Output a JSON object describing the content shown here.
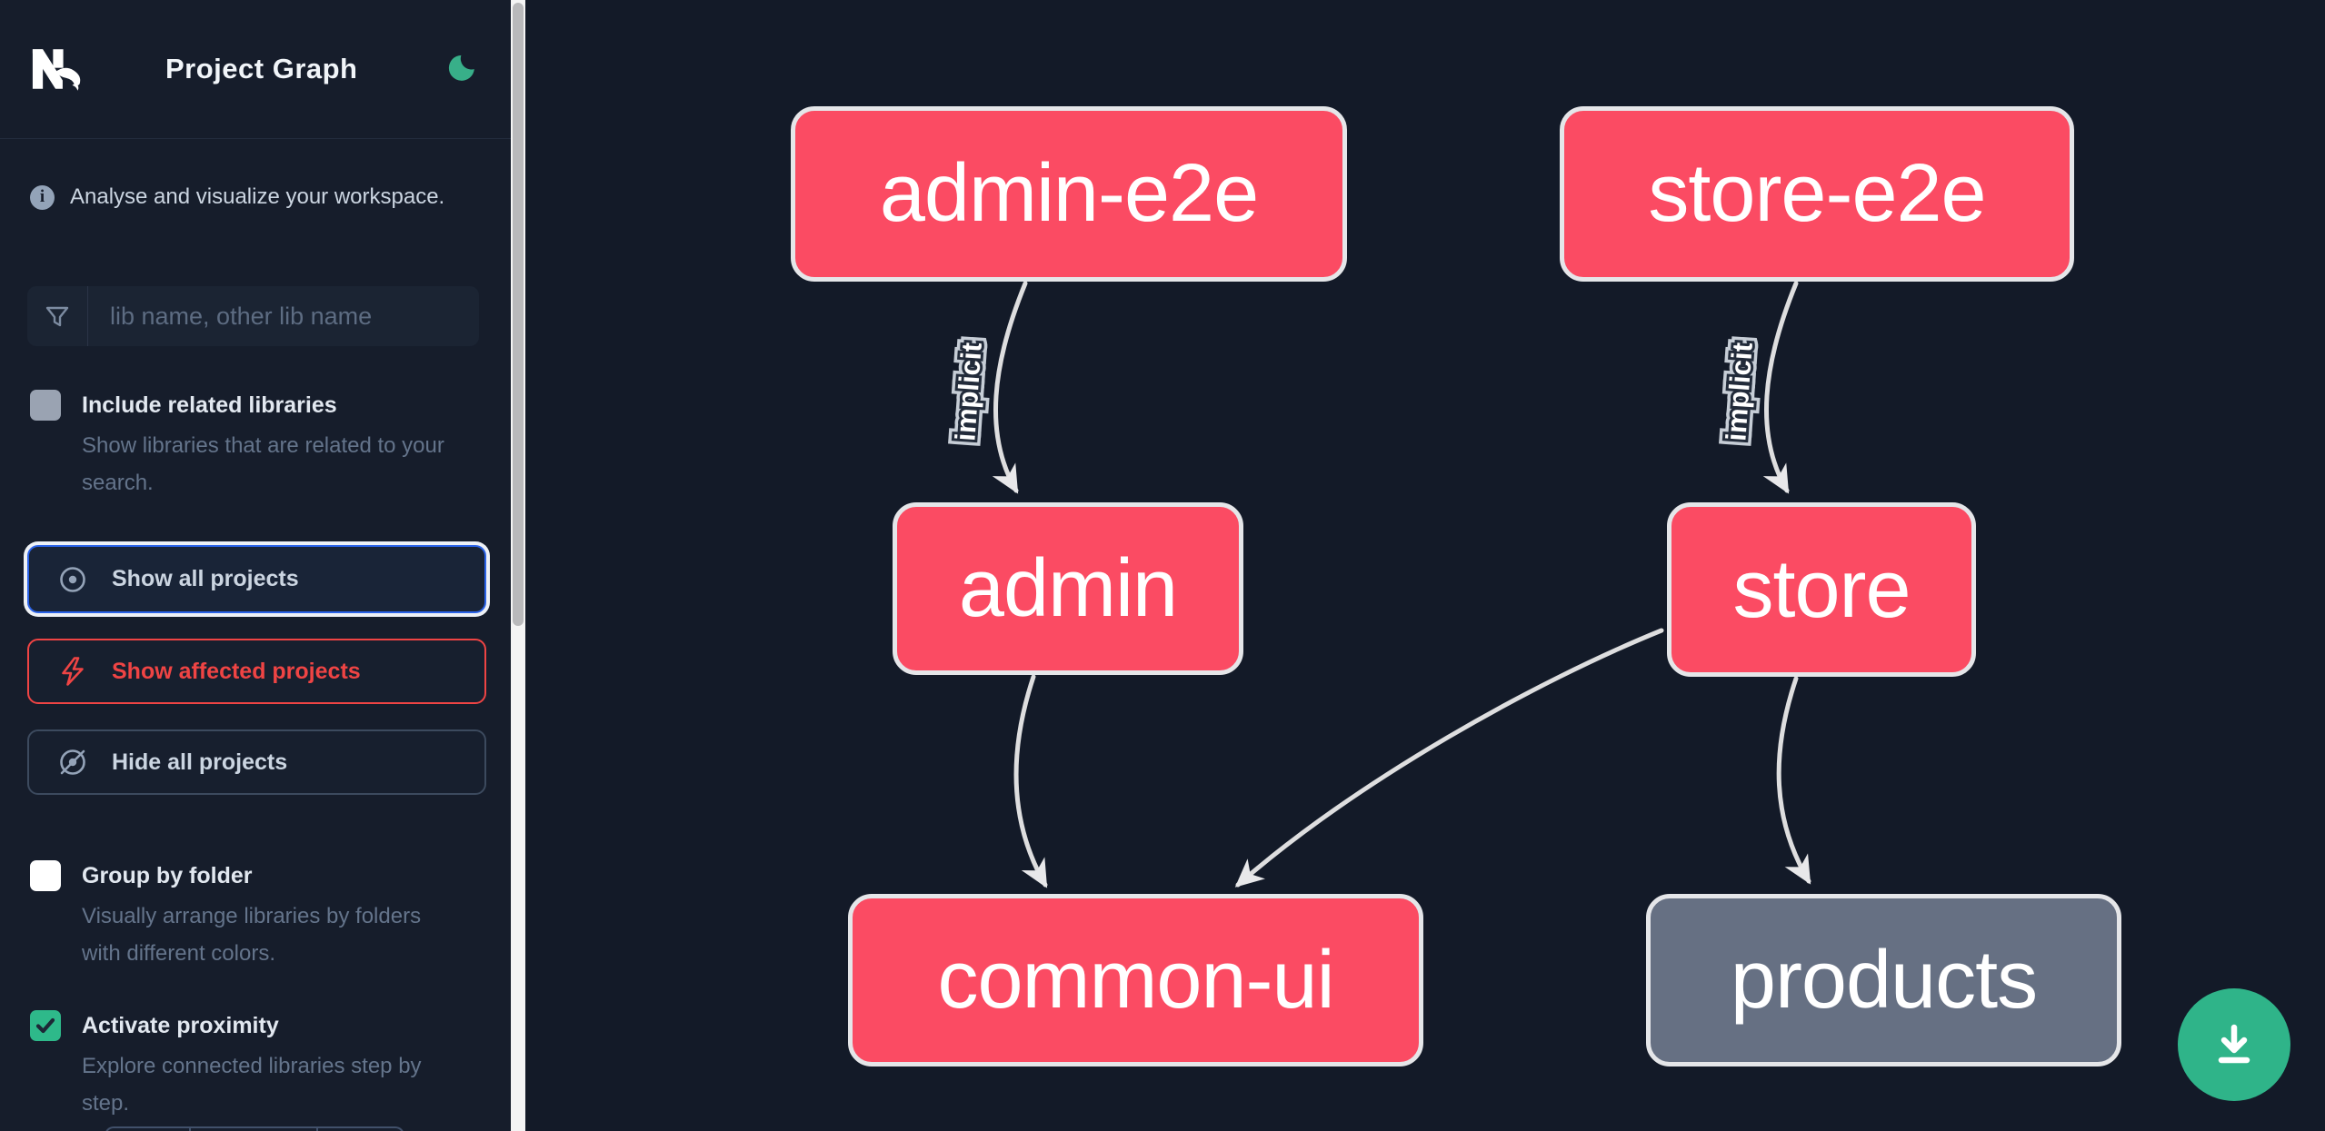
{
  "header": {
    "title": "Project Graph",
    "logo_alt": "Nx"
  },
  "sidebar": {
    "tagline": "Analyse and visualize your workspace.",
    "search_placeholder": "lib name, other lib name",
    "checkboxes": [
      {
        "label": "Include related libraries",
        "description": "Show libraries that are related to your search.",
        "checked": false,
        "disabled": true
      },
      {
        "label": "Group by folder",
        "description": "Visually arrange libraries by folders with different colors.",
        "checked": false,
        "disabled": false
      },
      {
        "label": "Activate proximity",
        "description": "Explore connected libraries step by step.",
        "checked": true,
        "disabled": false
      }
    ],
    "buttons": [
      {
        "label": "Show all projects",
        "icon": "eye-icon",
        "state": "focused"
      },
      {
        "label": "Show affected projects",
        "icon": "bolt-icon",
        "state": "affected"
      },
      {
        "label": "Hide all projects",
        "icon": "eye-slash-icon",
        "state": "default"
      }
    ]
  },
  "graph": {
    "nodes": [
      {
        "id": "admin-e2e",
        "label": "admin-e2e",
        "status": "affected"
      },
      {
        "id": "store-e2e",
        "label": "store-e2e",
        "status": "affected"
      },
      {
        "id": "admin",
        "label": "admin",
        "status": "affected"
      },
      {
        "id": "store",
        "label": "store",
        "status": "affected"
      },
      {
        "id": "common-ui",
        "label": "common-ui",
        "status": "affected"
      },
      {
        "id": "products",
        "label": "products",
        "status": "unaffected"
      }
    ],
    "edges": [
      {
        "from": "admin-e2e",
        "to": "admin",
        "label": "implicit",
        "type": "implicit"
      },
      {
        "from": "store-e2e",
        "to": "store",
        "label": "implicit",
        "type": "implicit"
      },
      {
        "from": "admin",
        "to": "common-ui",
        "type": "static"
      },
      {
        "from": "store",
        "to": "common-ui",
        "type": "static"
      },
      {
        "from": "store",
        "to": "products",
        "type": "static"
      }
    ]
  },
  "fab": {
    "icon": "download-icon"
  },
  "colors": {
    "affected_node": "#fb4b63",
    "unaffected_node": "#667083",
    "accent_green": "#2fb489",
    "focus_blue": "#2b63e8",
    "affected_red": "#ef4444",
    "edge": "#dededf",
    "canvas_bg": "#131a28",
    "sidebar_bg": "#161d2b"
  }
}
